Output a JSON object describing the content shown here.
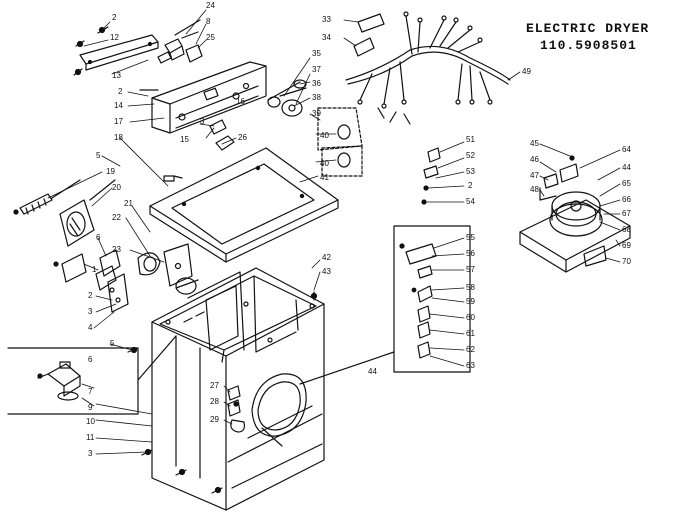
{
  "title": {
    "line1": "ELECTRIC DRYER",
    "line2": "110.5908501"
  },
  "callouts": [
    {
      "id": "c2a",
      "text": "2"
    },
    {
      "id": "c12",
      "text": "12"
    },
    {
      "id": "c24",
      "text": "24"
    },
    {
      "id": "c8",
      "text": "8"
    },
    {
      "id": "c25",
      "text": "25"
    },
    {
      "id": "c13",
      "text": "13"
    },
    {
      "id": "c2b",
      "text": "2"
    },
    {
      "id": "c14",
      "text": "14"
    },
    {
      "id": "c17",
      "text": "17"
    },
    {
      "id": "c15",
      "text": "15"
    },
    {
      "id": "c3a",
      "text": "3"
    },
    {
      "id": "c16",
      "text": "16"
    },
    {
      "id": "c26",
      "text": "26"
    },
    {
      "id": "c18",
      "text": "18"
    },
    {
      "id": "c5a",
      "text": "5"
    },
    {
      "id": "c19",
      "text": "19"
    },
    {
      "id": "c20",
      "text": "20"
    },
    {
      "id": "c21",
      "text": "21"
    },
    {
      "id": "c22",
      "text": "22"
    },
    {
      "id": "c6a",
      "text": "6"
    },
    {
      "id": "c23",
      "text": "23"
    },
    {
      "id": "c1",
      "text": "1"
    },
    {
      "id": "c2c",
      "text": "2"
    },
    {
      "id": "c3b",
      "text": "3"
    },
    {
      "id": "c4",
      "text": "4"
    },
    {
      "id": "c5b",
      "text": "5"
    },
    {
      "id": "c6b",
      "text": "6"
    },
    {
      "id": "c7",
      "text": "7"
    },
    {
      "id": "c9",
      "text": "9"
    },
    {
      "id": "c10",
      "text": "10"
    },
    {
      "id": "c11",
      "text": "11"
    },
    {
      "id": "c3c",
      "text": "3"
    },
    {
      "id": "c33",
      "text": "33"
    },
    {
      "id": "c34",
      "text": "34"
    },
    {
      "id": "c35",
      "text": "35"
    },
    {
      "id": "c37",
      "text": "37"
    },
    {
      "id": "c36",
      "text": "36"
    },
    {
      "id": "c38",
      "text": "38"
    },
    {
      "id": "c39",
      "text": "39"
    },
    {
      "id": "c40a",
      "text": "40"
    },
    {
      "id": "c40b",
      "text": "40"
    },
    {
      "id": "c41",
      "text": "41"
    },
    {
      "id": "c49",
      "text": "49"
    },
    {
      "id": "c42",
      "text": "42"
    },
    {
      "id": "c43",
      "text": "43"
    },
    {
      "id": "c27",
      "text": "27"
    },
    {
      "id": "c28",
      "text": "28"
    },
    {
      "id": "c29",
      "text": "29"
    },
    {
      "id": "c44",
      "text": "44"
    },
    {
      "id": "c51",
      "text": "51"
    },
    {
      "id": "c52",
      "text": "52"
    },
    {
      "id": "c53",
      "text": "53"
    },
    {
      "id": "c2d",
      "text": "2"
    },
    {
      "id": "c54",
      "text": "54"
    },
    {
      "id": "c55",
      "text": "55"
    },
    {
      "id": "c56",
      "text": "56"
    },
    {
      "id": "c57",
      "text": "57"
    },
    {
      "id": "c58",
      "text": "58"
    },
    {
      "id": "c59",
      "text": "59"
    },
    {
      "id": "c60",
      "text": "60"
    },
    {
      "id": "c61",
      "text": "61"
    },
    {
      "id": "c62",
      "text": "62"
    },
    {
      "id": "c63",
      "text": "63"
    },
    {
      "id": "c45",
      "text": "45"
    },
    {
      "id": "c46",
      "text": "46"
    },
    {
      "id": "c47",
      "text": "47"
    },
    {
      "id": "c48",
      "text": "48"
    },
    {
      "id": "c64",
      "text": "64"
    },
    {
      "id": "c44b",
      "text": "44"
    },
    {
      "id": "c65",
      "text": "65"
    },
    {
      "id": "c66",
      "text": "66"
    },
    {
      "id": "c67",
      "text": "67"
    },
    {
      "id": "c68",
      "text": "68"
    },
    {
      "id": "c69",
      "text": "69"
    },
    {
      "id": "c70",
      "text": "70"
    }
  ]
}
